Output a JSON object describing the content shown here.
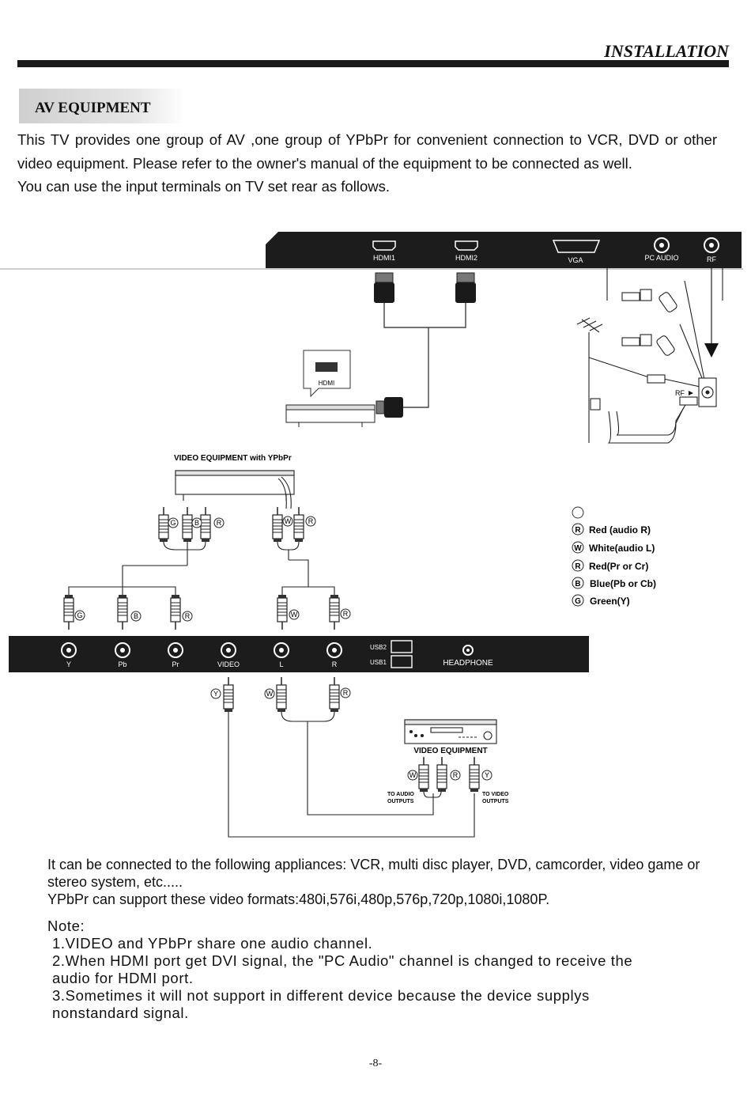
{
  "header": {
    "title": "INSTALLATION"
  },
  "section": {
    "title": "AV EQUIPMENT"
  },
  "intro": {
    "line1": "This TV provides one group of AV ,one group of YPbPr for convenient connection to VCR, DVD or other video equipment. Please refer to the owner's manual of the equipment to be connected as well.",
    "line2": "You can use the input terminals on TV set rear as follows."
  },
  "panel_top": {
    "hdmi1": "HDMI1",
    "hdmi2": "HDMI2",
    "vga": "VGA",
    "pc_audio": "PC AUDIO",
    "rf": "RF"
  },
  "hdmi_device_label": "HDMI",
  "rf_label": "RF",
  "ypbpr_device_label": "VIDEO EQUIPMENT with YPbPr",
  "legend": [
    {
      "letter": "R",
      "text": "Red (audio R)"
    },
    {
      "letter": "W",
      "text": "White(audio L)"
    },
    {
      "letter": "R",
      "text": "Red(Pr or Cr)"
    },
    {
      "letter": "B",
      "text": "Blue(Pb or Cb)"
    },
    {
      "letter": "G",
      "text": "Green(Y)"
    }
  ],
  "panel_bottom": {
    "y": "Y",
    "pb": "Pb",
    "pr": "Pr",
    "video": "VIDEO",
    "l": "L",
    "r": "R",
    "usb2": "USB2",
    "usb1": "USB1",
    "headphone": "HEADPHONE"
  },
  "video_equipment": {
    "label": "VIDEO EQUIPMENT",
    "audio_out_1": "TO AUDIO",
    "audio_out_2": "OUTPUTS",
    "video_out_1": "TO VIDEO",
    "video_out_2": "OUTPUTS"
  },
  "plug_letters": {
    "g": "G",
    "b": "B",
    "r": "R",
    "w": "W",
    "y": "Y"
  },
  "bottom_text": {
    "line1": "It can be connected to the following appliances: VCR, multi disc player, DVD, camcorder, video game or stereo system, etc.....",
    "line2": "YPbPr can support these video formats:480i,576i,480p,576p,720p,1080i,1080P."
  },
  "notes": {
    "heading": "Note:",
    "n1": "1.VIDEO and YPbPr share one audio channel.",
    "n2a": "2.When HDMI port get DVI signal, the \"PC Audio\" channel is changed to receive the",
    "n2b": "audio for HDMI port.",
    "n3a": "3.Sometimes it will not support in different device because the device supplys",
    "n3b": "nonstandard signal."
  },
  "page_number": "-8-"
}
